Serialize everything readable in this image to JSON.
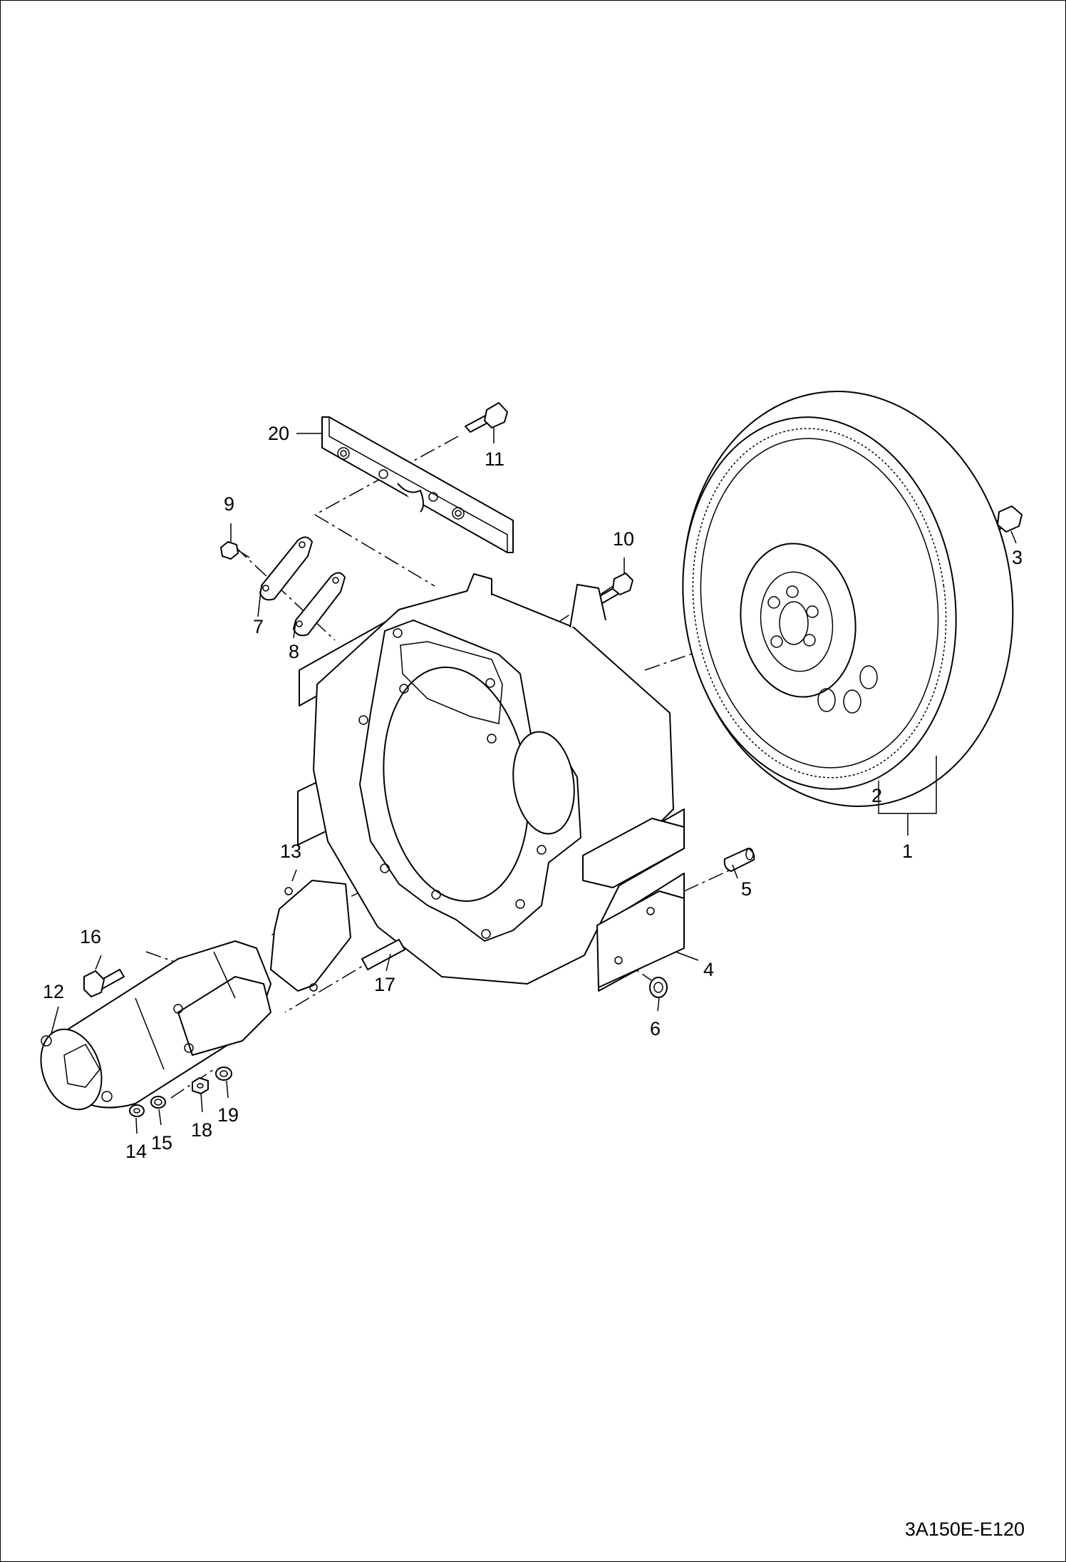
{
  "diagram_code": "3A150E-E120",
  "callouts": {
    "p1": "1",
    "p2": "2",
    "p3": "3",
    "p4": "4",
    "p5": "5",
    "p6": "6",
    "p7": "7",
    "p8": "8",
    "p9": "9",
    "p10": "10",
    "p11": "11",
    "p12": "12",
    "p13": "13",
    "p14": "14",
    "p15": "15",
    "p16": "16",
    "p17": "17",
    "p18": "18",
    "p19": "19",
    "p20": "20"
  },
  "colors": {
    "line": "#000000",
    "background": "#ffffff"
  }
}
